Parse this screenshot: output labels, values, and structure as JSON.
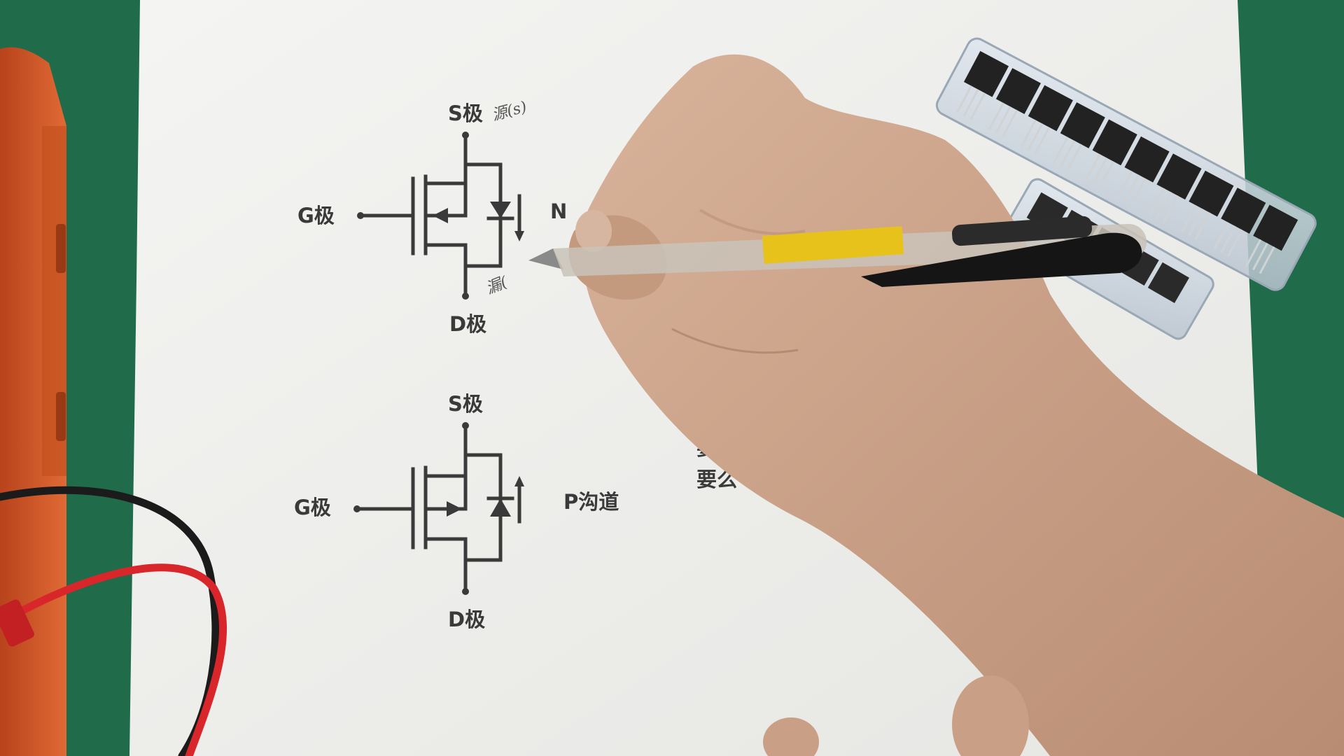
{
  "n_channel": {
    "source_label": "S极",
    "gate_label": "G极",
    "drain_label": "D极",
    "channel_label_partial": "N",
    "handwritten_source_note": "源(s)",
    "handwritten_drain_note": "漏("
  },
  "p_channel": {
    "source_label": "S极",
    "gate_label": "G极",
    "drain_label": "D极",
    "channel_label": "P沟道"
  },
  "partial_text": [
    "要",
    "要么"
  ],
  "colors": {
    "mat": "#1f6b4a",
    "paper": "#f1f1ef",
    "ink": "#3a3a3a",
    "pen_label": "#e6c21a",
    "meter": "#d4582a",
    "wire_red": "#d8262a",
    "wire_black": "#1b1b1b",
    "skin": "#caa48a"
  }
}
